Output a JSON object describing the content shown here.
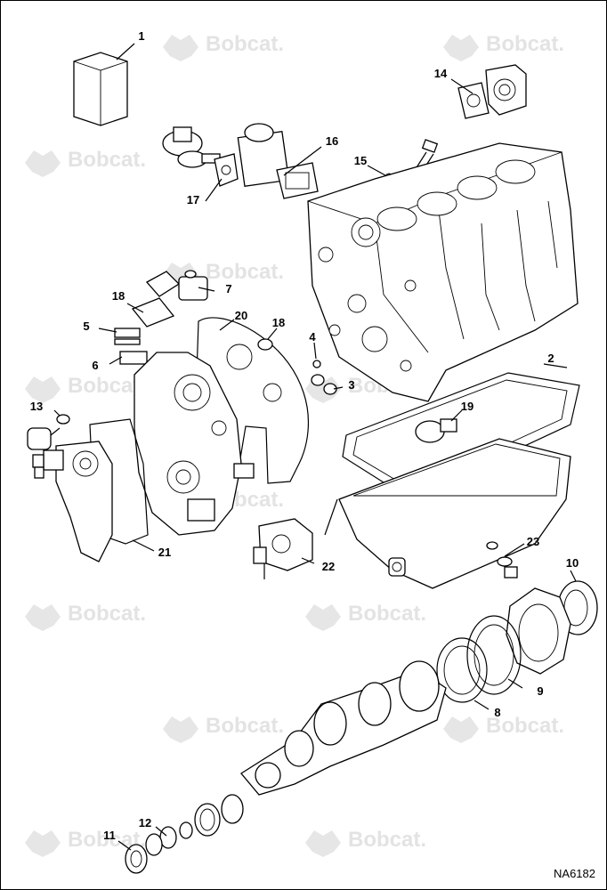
{
  "watermark": {
    "brand": "Bobcat."
  },
  "diagram": {
    "reference_code": "NA6182",
    "callouts": [
      "1",
      "14",
      "16",
      "15",
      "17",
      "7",
      "18",
      "5",
      "6",
      "20",
      "18",
      "4",
      "3",
      "2",
      "19",
      "13",
      "23",
      "10",
      "21",
      "22",
      "9",
      "8",
      "12",
      "11"
    ]
  }
}
